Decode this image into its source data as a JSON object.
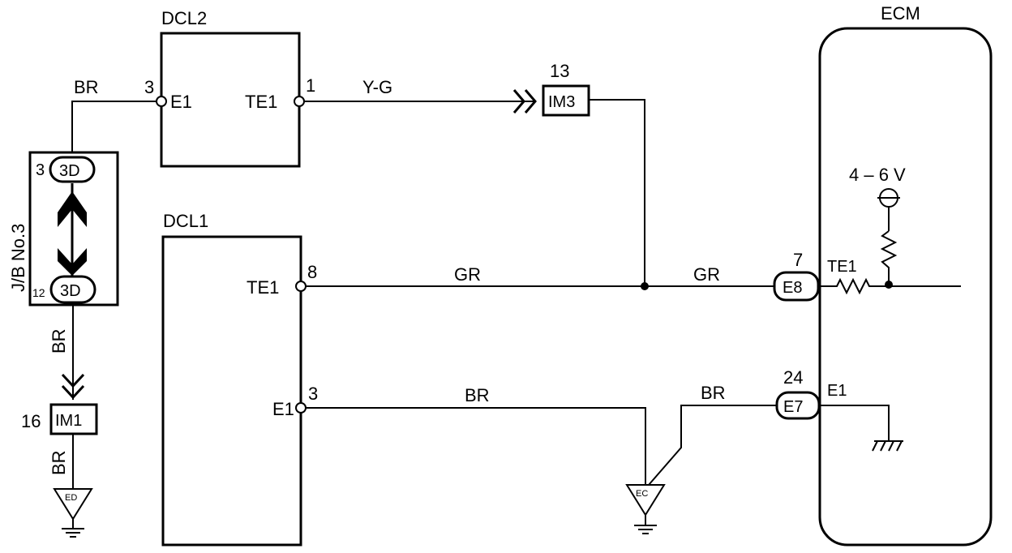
{
  "components": {
    "dcl2": {
      "title": "DCL2",
      "pin_e1_num": "3",
      "pin_e1_label": "E1",
      "pin_te1_num": "1",
      "pin_te1_label": "TE1"
    },
    "dcl1": {
      "title": "DCL1",
      "pin_te1_num": "8",
      "pin_te1_label": "TE1",
      "pin_e1_num": "3",
      "pin_e1_label": "E1"
    },
    "ecm": {
      "title": "ECM",
      "voltage": "4 – 6 V",
      "te1_label": "TE1",
      "e1_label": "E1"
    },
    "jb": {
      "label": "J/B No.3",
      "top_pin": "3",
      "top_conn": "3D",
      "bottom_pin": "12",
      "bottom_conn": "3D"
    }
  },
  "connectors": {
    "im3": {
      "number": "13",
      "label": "IM3"
    },
    "im1": {
      "number": "16",
      "label": "IM1"
    },
    "e8": {
      "number": "7",
      "label": "E8"
    },
    "e7": {
      "number": "24",
      "label": "E7"
    }
  },
  "grounds": {
    "ed": "ED",
    "ec": "EC"
  },
  "wires": {
    "br_top": "BR",
    "yg": "Y-G",
    "gr_left": "GR",
    "gr_right": "GR",
    "br_dcl1_e1": "BR",
    "br_e7": "BR",
    "br_jb_down": "BR",
    "br_im1_down": "BR"
  }
}
